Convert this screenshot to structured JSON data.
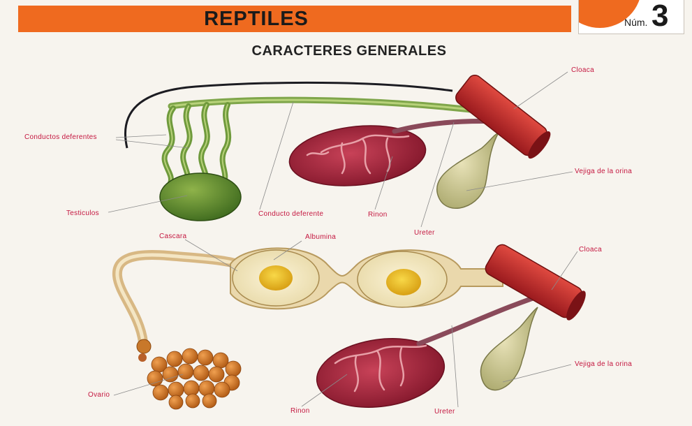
{
  "header": {
    "title": "REPTILES",
    "number_label": "Núm.",
    "number": "3"
  },
  "subtitle": "CARACTERES GENERALES",
  "male_diagram": {
    "labels": {
      "cloaca": "Cloaca",
      "conductos_deferentes": "Conductos deferentes",
      "vejiga": "Vejiga de la orina",
      "testiculos": "Testiculos",
      "conducto_deferente": "Conducto deferente",
      "rinon": "Rinon",
      "ureter": "Ureter"
    }
  },
  "female_diagram": {
    "labels": {
      "cascara": "Cascara",
      "albumina": "Albumina",
      "cloaca": "Cloaca",
      "vejiga": "Vejiga de la orina",
      "ovario": "Ovario",
      "rinon": "Rinon",
      "ureter": "Ureter"
    }
  },
  "colors": {
    "header_orange": "#ef6a1f",
    "label_red": "#c4163f",
    "cloaca_red": "#c0262a",
    "testis_green": "#5e8a2e",
    "kidney_red": "#a8243a",
    "yolk_yellow": "#f0c020",
    "ovary_orange": "#d07420"
  }
}
